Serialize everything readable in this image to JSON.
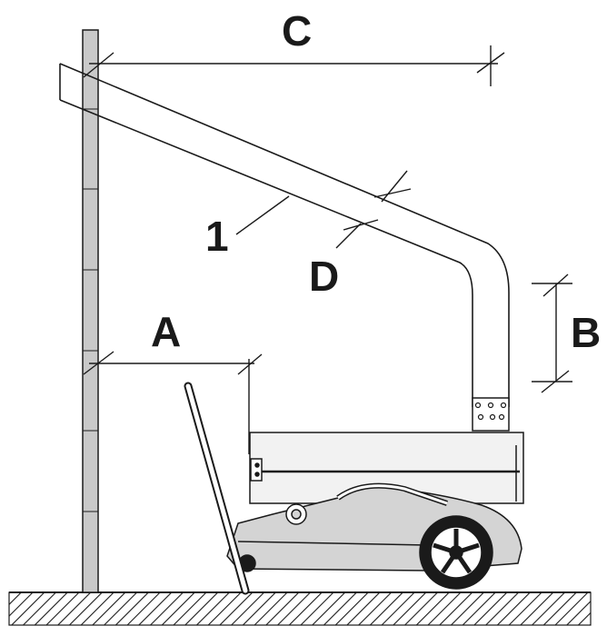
{
  "labels": {
    "a": "A",
    "b": "B",
    "c": "C",
    "d": "D",
    "one": "1"
  },
  "colors": {
    "line": "#1a1a1a",
    "wall_fill": "#c9c9c9",
    "mower_fill": "#d4d4d4",
    "background": "#ffffff"
  }
}
